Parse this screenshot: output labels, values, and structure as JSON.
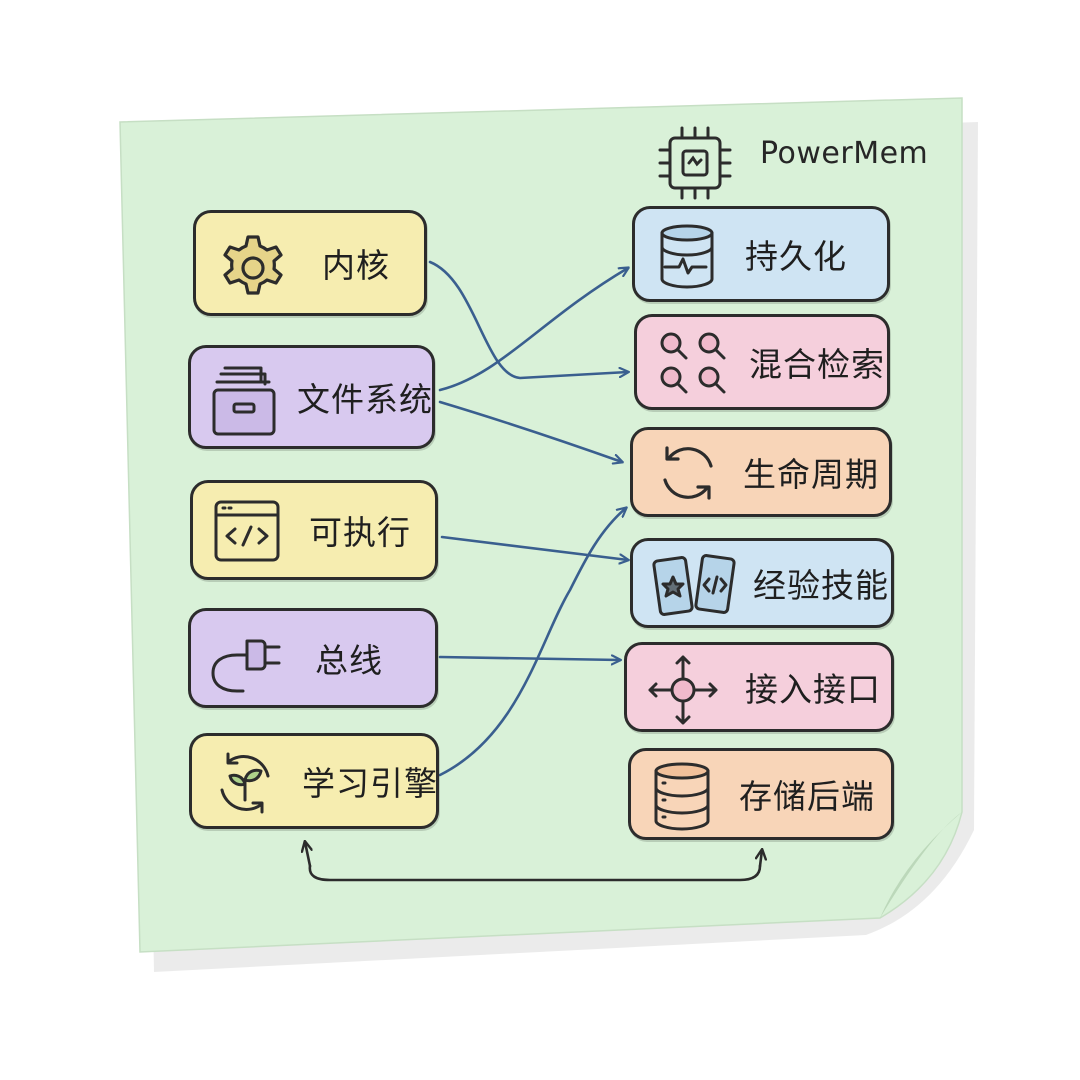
{
  "brand": {
    "name": "PowerMem",
    "icon": "chip-icon"
  },
  "left_modules": [
    {
      "label": "内核",
      "icon": "gear-icon"
    },
    {
      "label": "文件系统",
      "icon": "folder-cabinet-icon"
    },
    {
      "label": "可执行",
      "icon": "code-window-icon"
    },
    {
      "label": "总线",
      "icon": "plug-icon"
    },
    {
      "label": "学习引擎",
      "icon": "sprout-cycle-icon"
    }
  ],
  "right_modules": [
    {
      "label": "持久化",
      "icon": "database-pulse-icon"
    },
    {
      "label": "混合检索",
      "icon": "magnifier-grid-icon"
    },
    {
      "label": "生命周期",
      "icon": "refresh-cycle-icon"
    },
    {
      "label": "经验技能",
      "icon": "skill-cards-icon"
    },
    {
      "label": "接入接口",
      "icon": "move-arrows-icon"
    },
    {
      "label": "存储后端",
      "icon": "server-stack-icon"
    }
  ],
  "connections": [
    {
      "from": "内核",
      "to": "混合检索"
    },
    {
      "from": "文件系统",
      "to": "持久化"
    },
    {
      "from": "文件系统",
      "to": "生命周期"
    },
    {
      "from": "可执行",
      "to": "经验技能"
    },
    {
      "from": "总线",
      "to": "接入接口"
    },
    {
      "from": "学习引擎",
      "to": "生命周期"
    },
    {
      "from": "学习引擎",
      "to": "存储后端",
      "bidirectional": true
    }
  ],
  "colors": {
    "note": "#d9f1d8",
    "yellow": "#f6edb0",
    "purple": "#d8c9ef",
    "blue": "#cfe4f3",
    "pink": "#f5cfdc",
    "orange": "#f8d5b8",
    "arrow": "#3a5f8f",
    "outline": "#2c2c2c"
  }
}
